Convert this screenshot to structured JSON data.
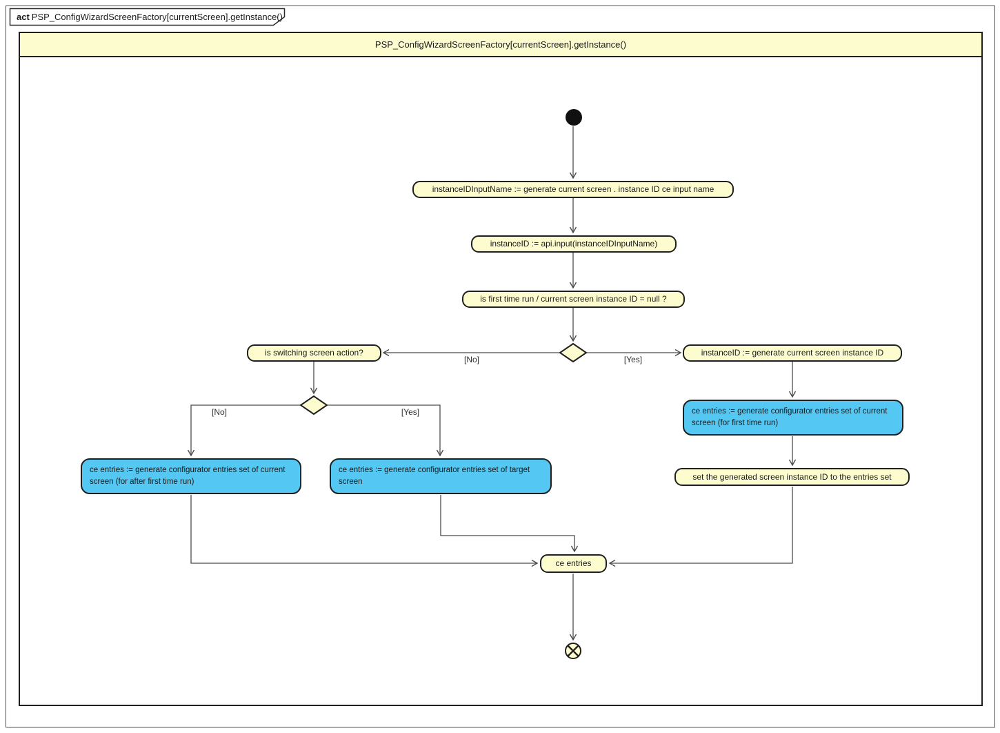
{
  "frame": {
    "keyword": "act",
    "tab_title": "PSP_ConfigWizardScreenFactory[currentScreen].getInstance()",
    "header_title": "PSP_ConfigWizardScreenFactory[currentScreen].getInstance()"
  },
  "nodes": {
    "gen_input_name": {
      "label": "instanceIDInputName := generate current screen . instance ID ce input name"
    },
    "api_input": {
      "label": "instanceID := api.input(instanceIDInputName)"
    },
    "first_time_check": {
      "label": "is first time run / current screen instance ID = null ?"
    },
    "switching_check": {
      "label": "is switching screen action?"
    },
    "gen_instance_id": {
      "label": "instanceID := generate current screen instance ID"
    },
    "entries_after_first_run": {
      "label": "ce entries := generate configurator entries set of current screen (for after first time run)"
    },
    "entries_target_screen": {
      "label": "ce entries := generate configurator entries set of target screen"
    },
    "entries_first_run": {
      "label": "ce entries := generate configurator entries set of current screen (for first time run)"
    },
    "set_instance_id": {
      "label": "set the generated screen instance ID to the entries set"
    },
    "ce_entries": {
      "label": "ce entries"
    }
  },
  "guards": {
    "decision1_no": "[No]",
    "decision1_yes": "[Yes]",
    "decision2_no": "[No]",
    "decision2_yes": "[Yes]"
  },
  "symbols": {
    "initial_node": "filled-circle",
    "decision_1": "diamond",
    "decision_2": "diamond",
    "flow_final_node": "circle-x"
  },
  "colors": {
    "node_fill": "#FCFCCF",
    "node_highlight": "#54C7F2",
    "node_border": "#1F1F1F",
    "frame_border": "#1F1F1F",
    "line": "#4A4A4A",
    "text": "#1A1A1A"
  }
}
